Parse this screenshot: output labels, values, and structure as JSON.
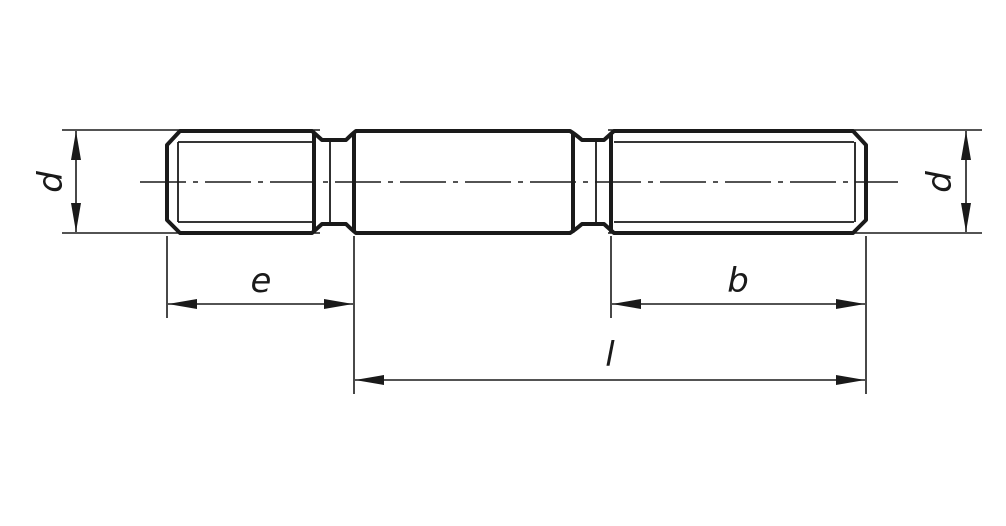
{
  "labels": {
    "d_left": "d",
    "d_right": "d",
    "e": "e",
    "b": "b",
    "l": "l"
  },
  "colors": {
    "line": "#1a1a1a",
    "background": "#ffffff"
  }
}
